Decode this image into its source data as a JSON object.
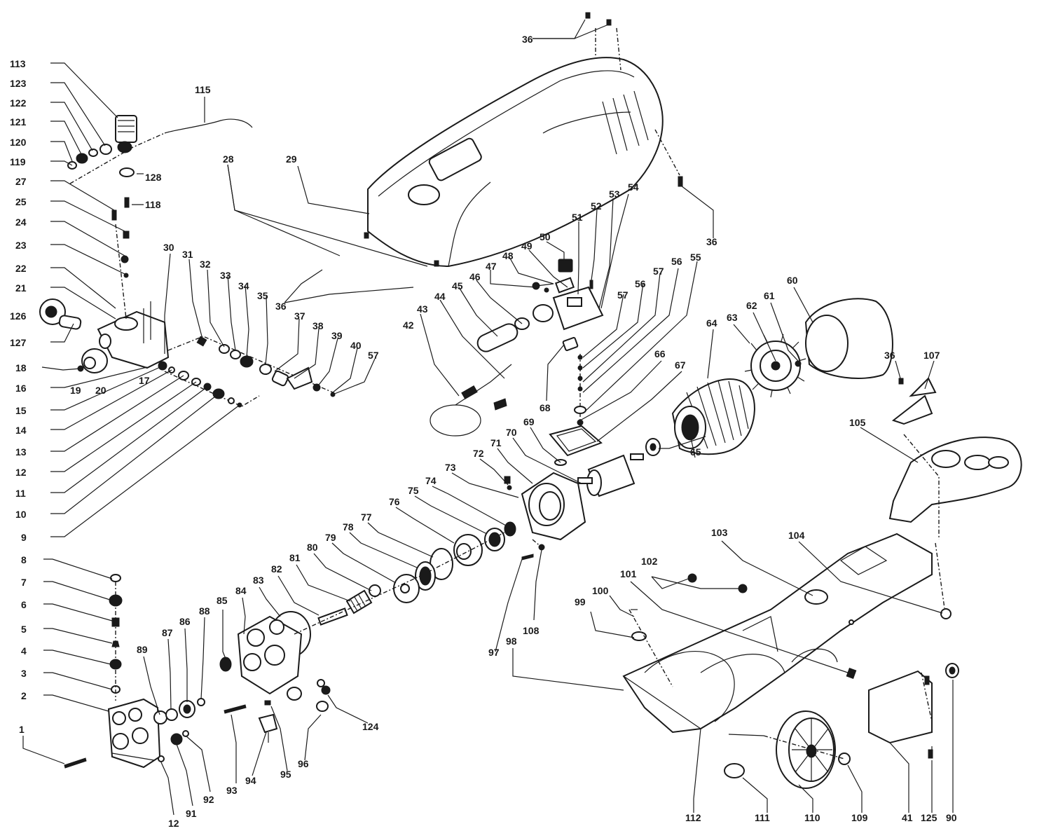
{
  "labels": [
    "113",
    "123",
    "122",
    "121",
    "120",
    "119",
    "27",
    "25",
    "24",
    "23",
    "22",
    "21",
    "126",
    "127",
    "18",
    "19",
    "20",
    "17",
    "16",
    "15",
    "14",
    "13",
    "12",
    "11",
    "10",
    "9",
    "8",
    "7",
    "6",
    "5",
    "4",
    "3",
    "2",
    "1",
    "12",
    "91",
    "92",
    "89",
    "87",
    "86",
    "88",
    "85",
    "84",
    "83",
    "82",
    "81",
    "80",
    "79",
    "78",
    "77",
    "76",
    "75",
    "74",
    "73",
    "72",
    "71",
    "70",
    "69",
    "68",
    "67",
    "66",
    "65",
    "64",
    "63",
    "62",
    "61",
    "60",
    "36",
    "107",
    "105",
    "103",
    "104",
    "102",
    "101",
    "100",
    "99",
    "98",
    "97",
    "108",
    "93",
    "94",
    "95",
    "96",
    "124",
    "115",
    "128",
    "118",
    "28",
    "29",
    "36",
    "36",
    "30",
    "31",
    "32",
    "33",
    "34",
    "35",
    "37",
    "38",
    "39",
    "40",
    "57",
    "42",
    "43",
    "44",
    "45",
    "46",
    "47",
    "48",
    "49",
    "50",
    "51",
    "52",
    "53",
    "54",
    "55",
    "56",
    "57",
    "56",
    "57",
    "36",
    "112",
    "111",
    "110",
    "109",
    "41",
    "125",
    "90"
  ]
}
